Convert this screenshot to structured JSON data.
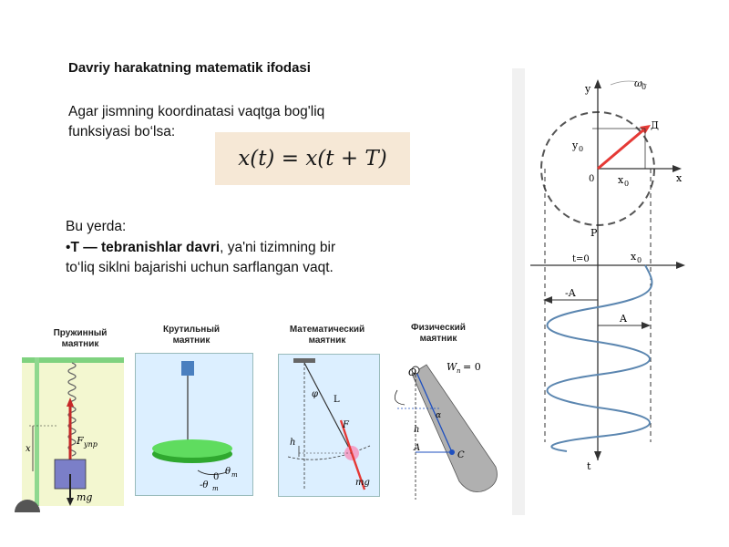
{
  "title": "Davriy harakatning matematik ifodasi",
  "intro": {
    "line1": "Agar jismning koordinatasi vaqtga bog'liq",
    "line2": "funksiyasi bo‘lsa:"
  },
  "formula": {
    "lhs": "x(t)",
    "eq": " = ",
    "rhs": "x(t + T)"
  },
  "explanation": {
    "intro": "Bu yerda:",
    "bullet": "•",
    "term": "T — tebranishlar davri",
    "rest_line1": ", ya'ni tizimning bir",
    "rest_line2": "to‘liq siklni bajarishi uchun sarflangan vaqt."
  },
  "pendulums": [
    {
      "caption_l1": "Пружинный",
      "caption_l2": "маятник",
      "labels": {
        "force": "F",
        "force_sub": "упр",
        "weight": "mg",
        "x": "x"
      }
    },
    {
      "caption_l1": "Крутильный",
      "caption_l2": "маятник",
      "labels": {
        "theta_m": "θ",
        "theta_sub": "m",
        "zero": "0",
        "neg_theta": "-θ"
      }
    },
    {
      "caption_l1": "Математический",
      "caption_l2": "маятник",
      "labels": {
        "phi": "φ",
        "length": "L",
        "height": "h",
        "force": "F",
        "weight": "mg"
      }
    },
    {
      "caption_l1": "Физический",
      "caption_l2": "маятник",
      "labels": {
        "pivot": "O",
        "energy": "W",
        "energy_sub": "п",
        "energy_val": "= 0",
        "height": "h",
        "amp": "A",
        "center": "C",
        "alpha": "α"
      }
    }
  ],
  "circle_diagram": {
    "omega": "ω",
    "omega_sub": "0",
    "y_axis": "y",
    "x_axis": "x",
    "point": "Д",
    "y0": "y",
    "y0_sub": "0",
    "x0": "x",
    "x0_sub": "0",
    "origin": "0",
    "p_label": "P",
    "t0": "t=0",
    "x0_top": "x",
    "x0_top_sub": "0",
    "neg_a": "-A",
    "a": "A",
    "t_axis": "t"
  },
  "colors": {
    "formula_bg": "#f6e8d6",
    "green": "#5fdc5f",
    "light_blue": "#dcefff",
    "wave": "#5b86b0",
    "arrow_red": "#e53935"
  }
}
